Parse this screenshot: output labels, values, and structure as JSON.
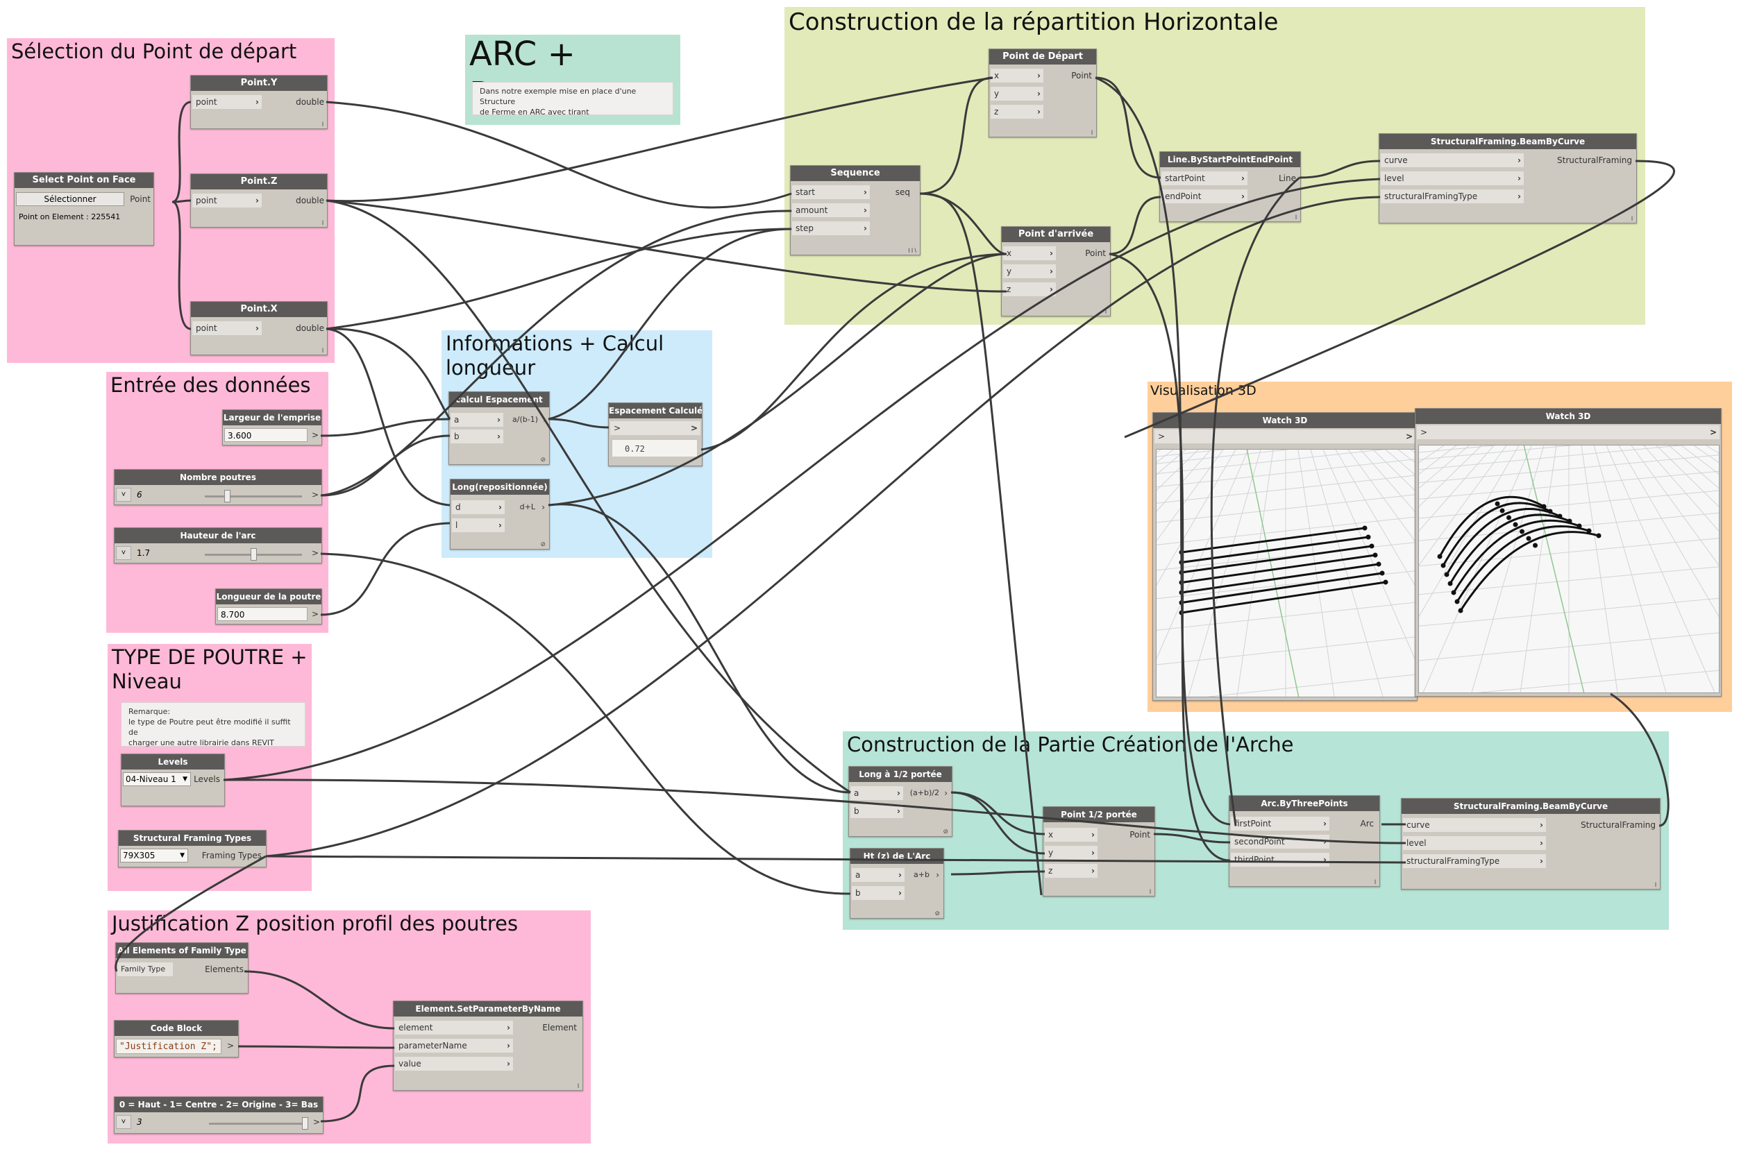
{
  "groups": {
    "selection": "Sélection du Point de départ",
    "arc_title": "ARC + Poutre",
    "arc_note": "Dans notre exemple mise en place d'une Structure\nde Ferme en ARC avec tirant",
    "horizontal": "Construction de la répartition Horizontale",
    "informations": "Informations + Calcul\nlongueur",
    "entree": "Entrée des données",
    "type_poutre": "TYPE DE POUTRE +\nNiveau",
    "type_note": "Remarque:\n le type de Poutre peut être modifié il suffit de\ncharger une autre librairie dans REVIT",
    "visualisation": "Visualisation 3D",
    "arche": "Construction de la Partie Création de l'Arche",
    "justification": "Justification Z position profil des poutres"
  },
  "nodes": {
    "select_point": {
      "title": "Select Point on Face",
      "button": "Sélectionner",
      "out": "Point",
      "info": "Point on Element : 225541"
    },
    "point_y": {
      "title": "Point.Y",
      "in": "point",
      "out": "double"
    },
    "point_z": {
      "title": "Point.Z",
      "in": "point",
      "out": "double"
    },
    "point_x": {
      "title": "Point.X",
      "in": "point",
      "out": "double"
    },
    "largeur": {
      "title": "Largeur de l'emprise",
      "value": "3.600"
    },
    "nombre": {
      "title": "Nombre poutres",
      "value": "6"
    },
    "hauteur": {
      "title": "Hauteur de l'arc",
      "value": "1.7"
    },
    "longueur": {
      "title": "Longueur de la poutre",
      "value": "8.700"
    },
    "calcul": {
      "title": "calcul Espacement",
      "in_a": "a",
      "in_b": "b",
      "formula": "a/(b-1)"
    },
    "espacement": {
      "title": "Espacement Calculé",
      "value": "0.72"
    },
    "long_repos": {
      "title": "Long(repositionnée)",
      "in_d": "d",
      "in_l": "l",
      "formula": "d+L"
    },
    "sequence": {
      "title": "Sequence",
      "in_start": "start",
      "in_amount": "amount",
      "in_step": "step",
      "out": "seq",
      "lacing": "l l \\"
    },
    "point_depart": {
      "title": "Point de Départ",
      "in_x": "x",
      "in_y": "y",
      "in_z": "z",
      "out": "Point"
    },
    "point_arrivee": {
      "title": "Point d'arrivée",
      "in_x": "x",
      "in_y": "y",
      "in_z": "z",
      "out": "Point"
    },
    "line": {
      "title": "Line.ByStartPointEndPoint",
      "in_start": "startPoint",
      "in_end": "endPoint",
      "out": "Line"
    },
    "beam1": {
      "title": "StructuralFraming.BeamByCurve",
      "in_curve": "curve",
      "in_level": "level",
      "in_type": "structuralFramingType",
      "out": "StructuralFraming"
    },
    "watch1": {
      "title": "Watch 3D"
    },
    "watch2": {
      "title": "Watch 3D"
    },
    "levels": {
      "title": "Levels",
      "value": "04-Niveau 1",
      "out": "Levels"
    },
    "sft": {
      "title": "Structural Framing Types",
      "value": "79X305",
      "out": "Framing Types"
    },
    "long_demi": {
      "title": "Long à 1/2 portée",
      "in_a": "a",
      "in_b": "b",
      "formula": "(a+b)/2"
    },
    "ht_arc": {
      "title": "Ht (z) de L'Arc",
      "in_a": "a",
      "in_b": "b",
      "formula": "a+b"
    },
    "point_demi": {
      "title": "Point 1/2 portée",
      "in_x": "x",
      "in_y": "y",
      "in_z": "z",
      "out": "Point"
    },
    "arc3": {
      "title": "Arc.ByThreePoints",
      "in_first": "firstPoint",
      "in_second": "secondPoint",
      "in_third": "thirdPoint",
      "out": "Arc"
    },
    "beam2": {
      "title": "StructuralFraming.BeamByCurve",
      "in_curve": "curve",
      "in_level": "level",
      "in_type": "structuralFramingType",
      "out": "StructuralFraming"
    },
    "all_elements": {
      "title": "All Elements of Family Type",
      "in": "Family Type",
      "out": "Elements"
    },
    "code_block": {
      "title": "Code Block",
      "code": "\"Justification Z\";"
    },
    "set_param": {
      "title": "Element.SetParameterByName",
      "in_el": "element",
      "in_pn": "parameterName",
      "in_val": "value",
      "out": "Element"
    },
    "zslider": {
      "title": "0 = Haut  - 1= Centre - 2= Origine - 3= Bas",
      "value": "3"
    }
  },
  "colors": {
    "pink": "#ffb9d8",
    "green": "#e2eab9",
    "teal": "#b8e3d2",
    "blue": "#cdebfb",
    "orange": "#ffcf9b",
    "node_header": "#5c5a58",
    "wire": "#3a3a3a"
  }
}
